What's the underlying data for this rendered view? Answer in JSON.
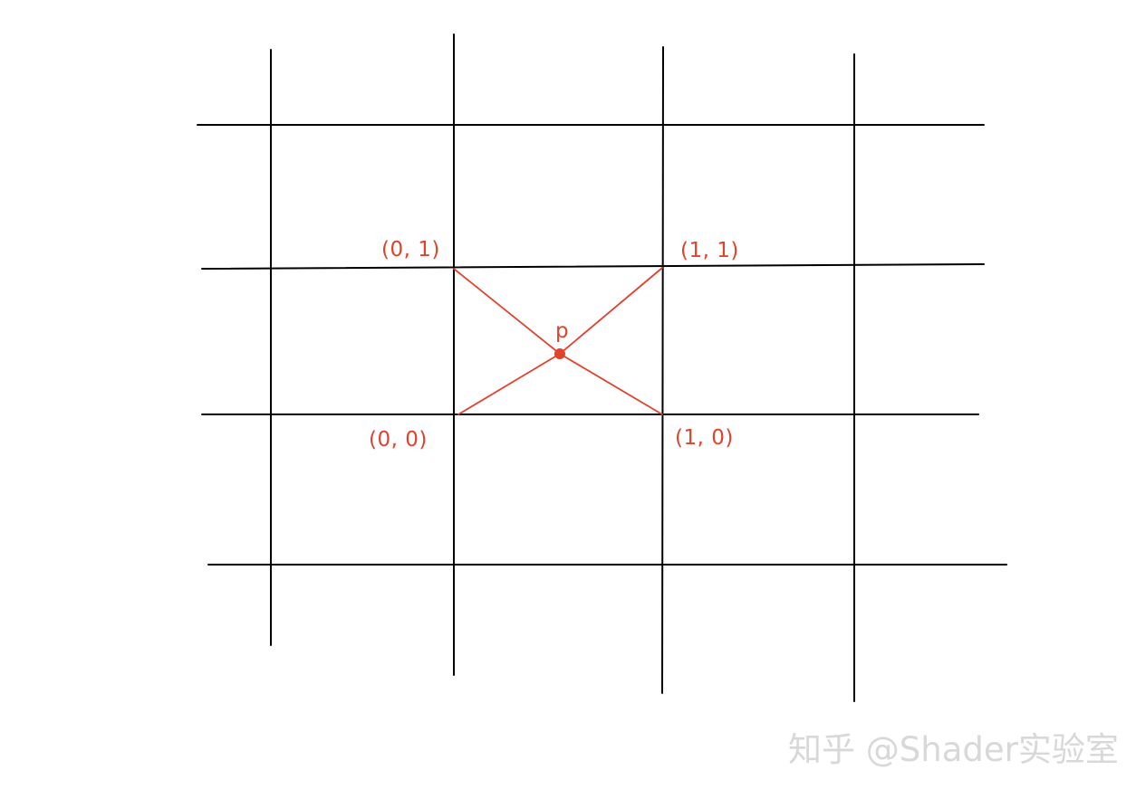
{
  "colors": {
    "grid": "#000000",
    "accent": "#e0432d",
    "watermark": "#d8d8d8"
  },
  "labels": {
    "corner_00": "(0,  0)",
    "corner_01": "(0,  1)",
    "corner_11": "(1,  1)",
    "corner_10": "(1,  0)",
    "point_p": "p"
  },
  "watermark": {
    "text": "知乎 @Shader实验室"
  }
}
